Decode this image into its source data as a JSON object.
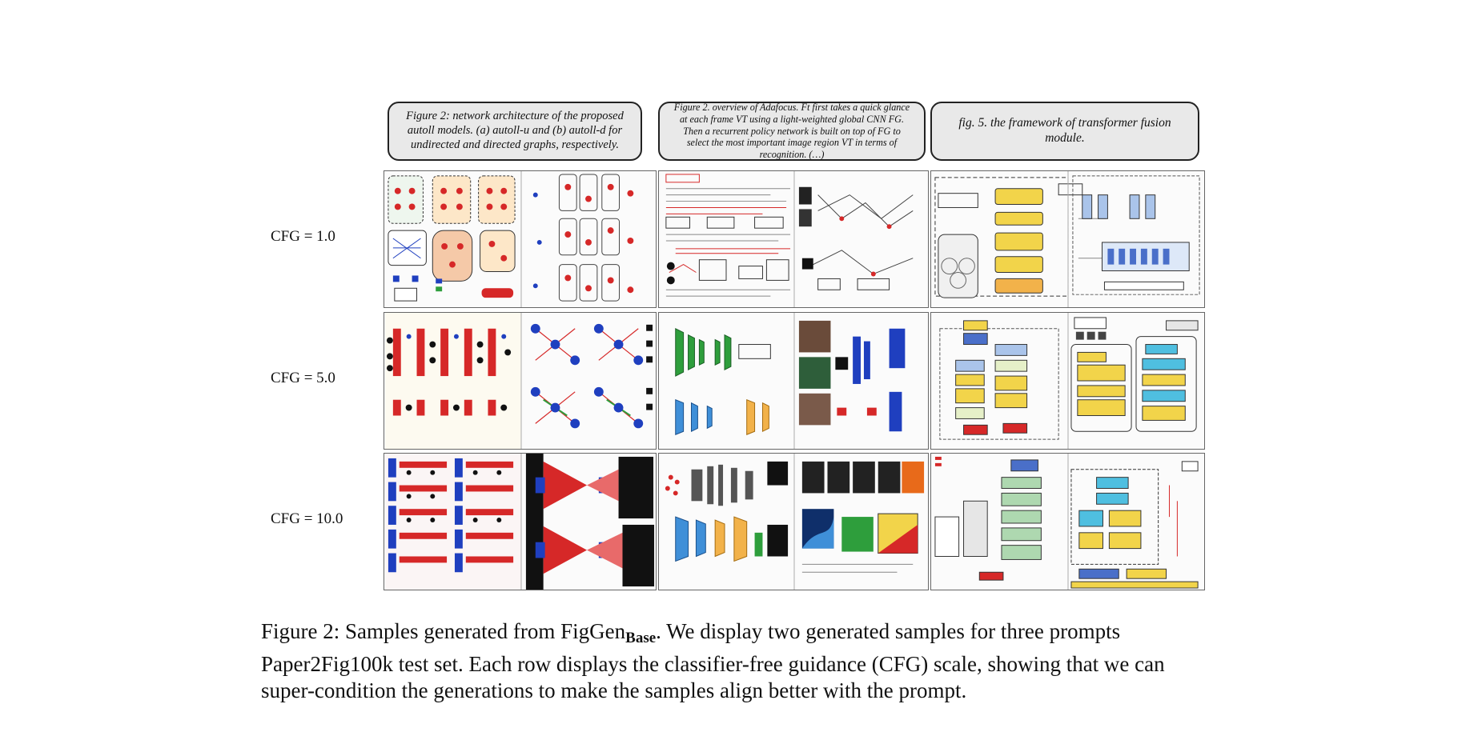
{
  "prompts": [
    "Figure 2: network architecture of the proposed autoll models. (a) autoll-u and (b) autoll-d for undirected and directed graphs, respectively.",
    "Figure 2. overview of Adafocus. Ft first takes a quick glance at each frame VT using a light-weighted global CNN FG. Then a recurrent policy network is built on top of FG to select the most important image region VT in terms of recognition. (…)",
    "fig. 5. the framework of transformer fusion module."
  ],
  "rows": [
    {
      "label": "CFG = 1.0"
    },
    {
      "label": "CFG = 5.0"
    },
    {
      "label": "CFG = 10.0"
    }
  ],
  "caption": {
    "prefix": "Figure 2: Samples generated from FigGen",
    "subscript": "Base",
    "suffix": ". We display two generated samples for three prompts Paper2Fig100k test set. Each row displays the classifier-free guidance (CFG) scale, showing that we can super-condition the generations to make the samples align better with the prompt."
  },
  "colors": {
    "prompt_bg": "#e9e9e9",
    "accent_red": "#d62828",
    "accent_blue": "#1f3fbf",
    "accent_green": "#2e9e3c",
    "accent_yellow": "#f2d44a"
  }
}
